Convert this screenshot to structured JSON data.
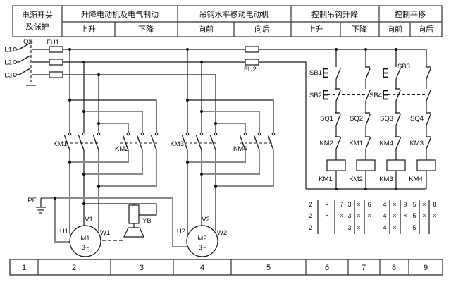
{
  "header": {
    "power_col": [
      "电源开关",
      "及保护"
    ],
    "groups": [
      {
        "title": "升降电动机及电气制动",
        "subs": [
          "上升",
          "下降"
        ]
      },
      {
        "title": "吊钩水平移动电动机",
        "subs": [
          "向前",
          "向后"
        ]
      },
      {
        "title": "控制吊钩升降",
        "subs": [
          "上升",
          "下降"
        ]
      },
      {
        "title": "控制平移",
        "subs": [
          "向前",
          "向后"
        ]
      }
    ]
  },
  "power": {
    "lines": [
      "L1",
      "L2",
      "L3"
    ],
    "switch": "QS",
    "fuse1": "FU1",
    "fuse2": "FU2",
    "ground": "PE"
  },
  "main_circuit": {
    "contactors": [
      "KM1",
      "KM2",
      "KM3",
      "KM4"
    ],
    "motor1": {
      "name": "M1",
      "type": "3~",
      "terminals": [
        "U1",
        "V1",
        "W1"
      ]
    },
    "motor2": {
      "name": "M2",
      "type": "3~",
      "terminals": [
        "U2",
        "V2",
        "W2"
      ]
    },
    "brake": "YB"
  },
  "control_circuit": {
    "buttons": [
      "SB1",
      "SB2",
      "SB3",
      "SB4"
    ],
    "limit_switches": [
      "SQ1",
      "SQ2",
      "SQ3",
      "SQ4"
    ],
    "interlocks": [
      "KM2",
      "KM1",
      "KM4",
      "KM3"
    ],
    "coils": [
      "KM1",
      "KM2",
      "KM3",
      "KM4"
    ]
  },
  "contact_table": {
    "rows": [
      [
        "2",
        "×",
        "7",
        "3",
        "×",
        "6",
        "4",
        "×",
        "9",
        "5",
        "×",
        "8"
      ],
      [
        "2",
        "×",
        "×",
        "3",
        "×",
        "×",
        "4",
        "×",
        "×",
        "5",
        "×",
        "×"
      ],
      [
        "2",
        "",
        "",
        "3",
        "×",
        "",
        "4",
        "×",
        "",
        "5",
        "",
        ""
      ]
    ]
  },
  "zones": [
    "1",
    "2",
    "3",
    "4",
    "5",
    "6",
    "7",
    "8",
    "9"
  ]
}
